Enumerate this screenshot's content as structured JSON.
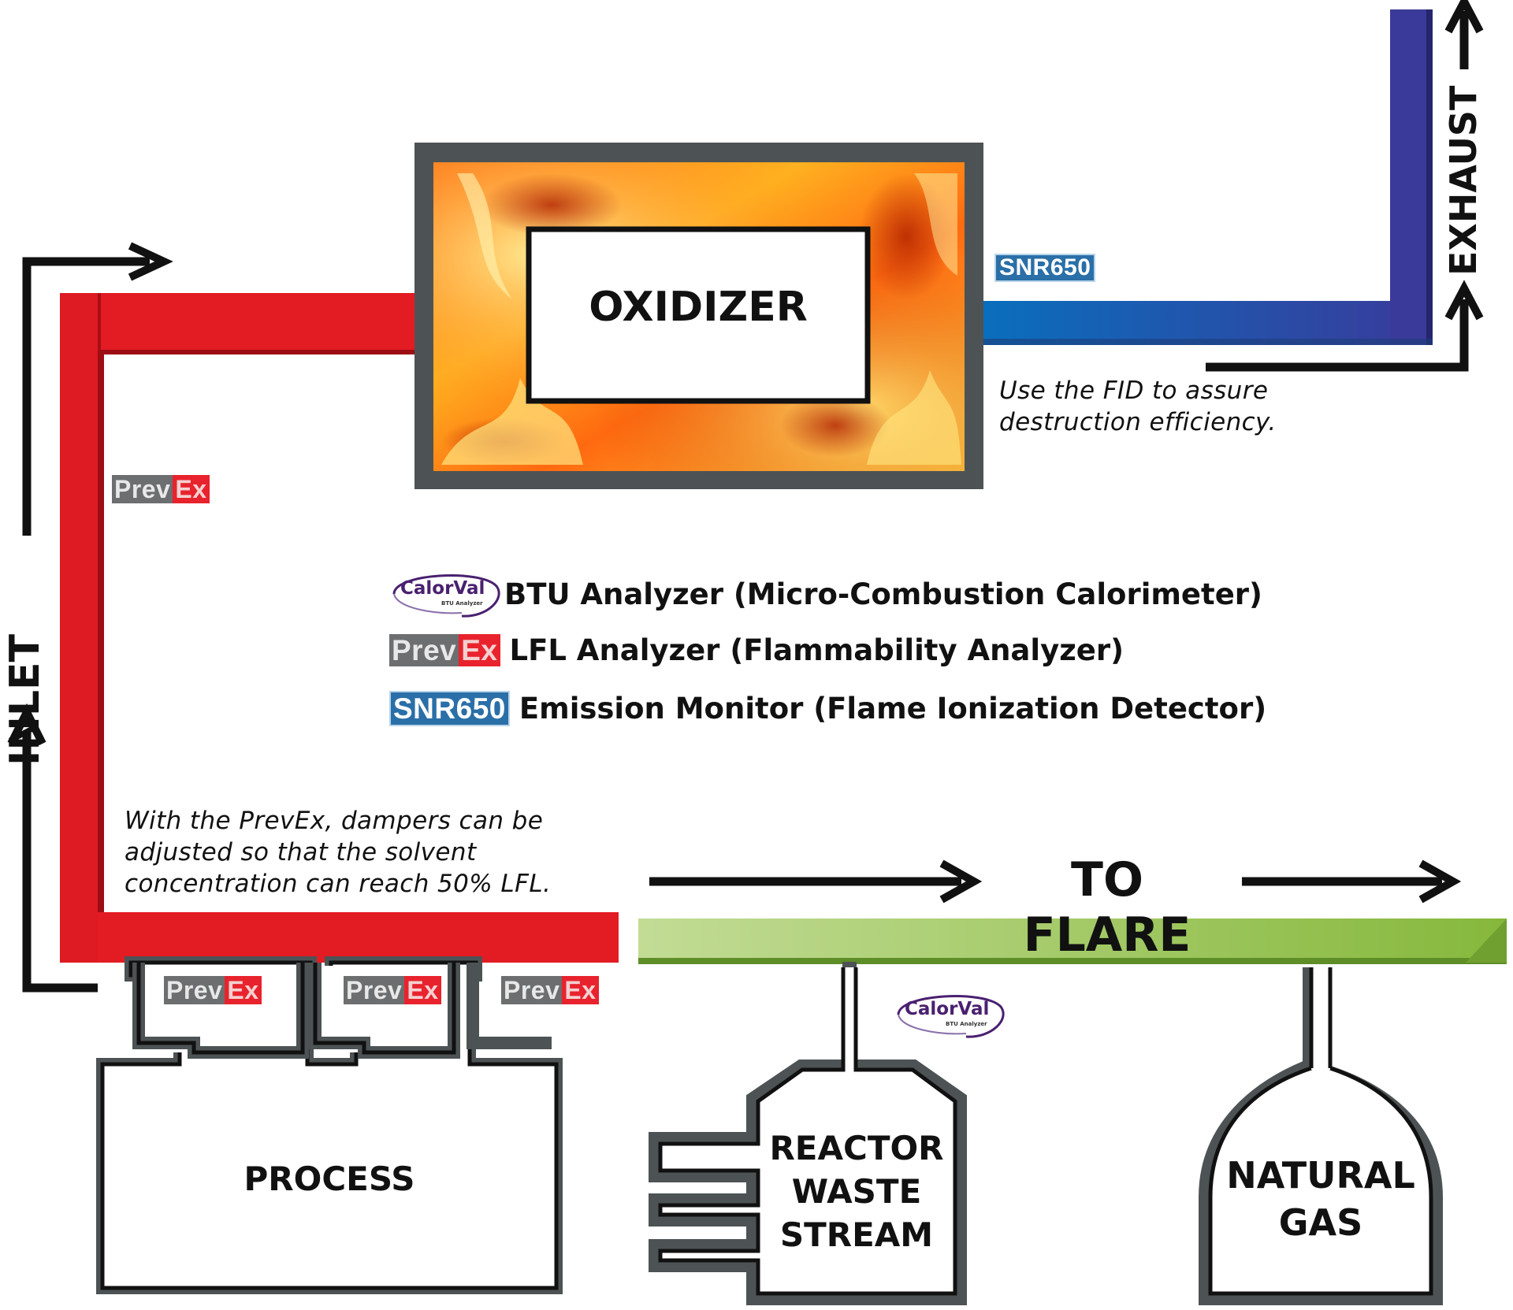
{
  "oxidizer": {
    "label": "OXIDIZER"
  },
  "inlet_label": "INLET",
  "exhaust_label": "EXHAUST",
  "to_flare_label": "TO FLARE",
  "process": {
    "label": "PROCESS"
  },
  "reactor": {
    "line1": "REACTOR",
    "line2": "WASTE",
    "line3": "STREAM"
  },
  "natural_gas": {
    "line1": "NATURAL",
    "line2": "GAS"
  },
  "notes": {
    "fid_line1": "Use the FID to assure",
    "fid_line2": "destruction efficiency.",
    "prevex_line1": "With the PrevEx, dampers can be",
    "prevex_line2": "adjusted so that the solvent",
    "prevex_line3": "concentration can reach 50% LFL."
  },
  "brands": {
    "prevex_a": "Prev",
    "prevex_b": "Ex",
    "snr": "SNR650",
    "calorval_name": "CalorVal",
    "calorval_sub": "BTU Analyzer"
  },
  "legend": {
    "calorval_text": "BTU Analyzer (Micro-Combustion Calorimeter)",
    "prevex_text": "LFL Analyzer (Flammability Analyzer)",
    "snr_text": "Emission Monitor (Flame Ionization Detector)"
  },
  "colors": {
    "inlet_pipe": "#e31b23",
    "exhaust_pipe_start": "#0a6ebd",
    "exhaust_pipe_end": "#3a3a9a",
    "flare_pipe": "#9cc45a",
    "vessel_outline": "#4d5355",
    "prevex_gray": "#6d6e70",
    "prevex_red": "#e8232d",
    "snr_blue": "#2a6fa8",
    "calorval_purple": "#4a2070"
  }
}
